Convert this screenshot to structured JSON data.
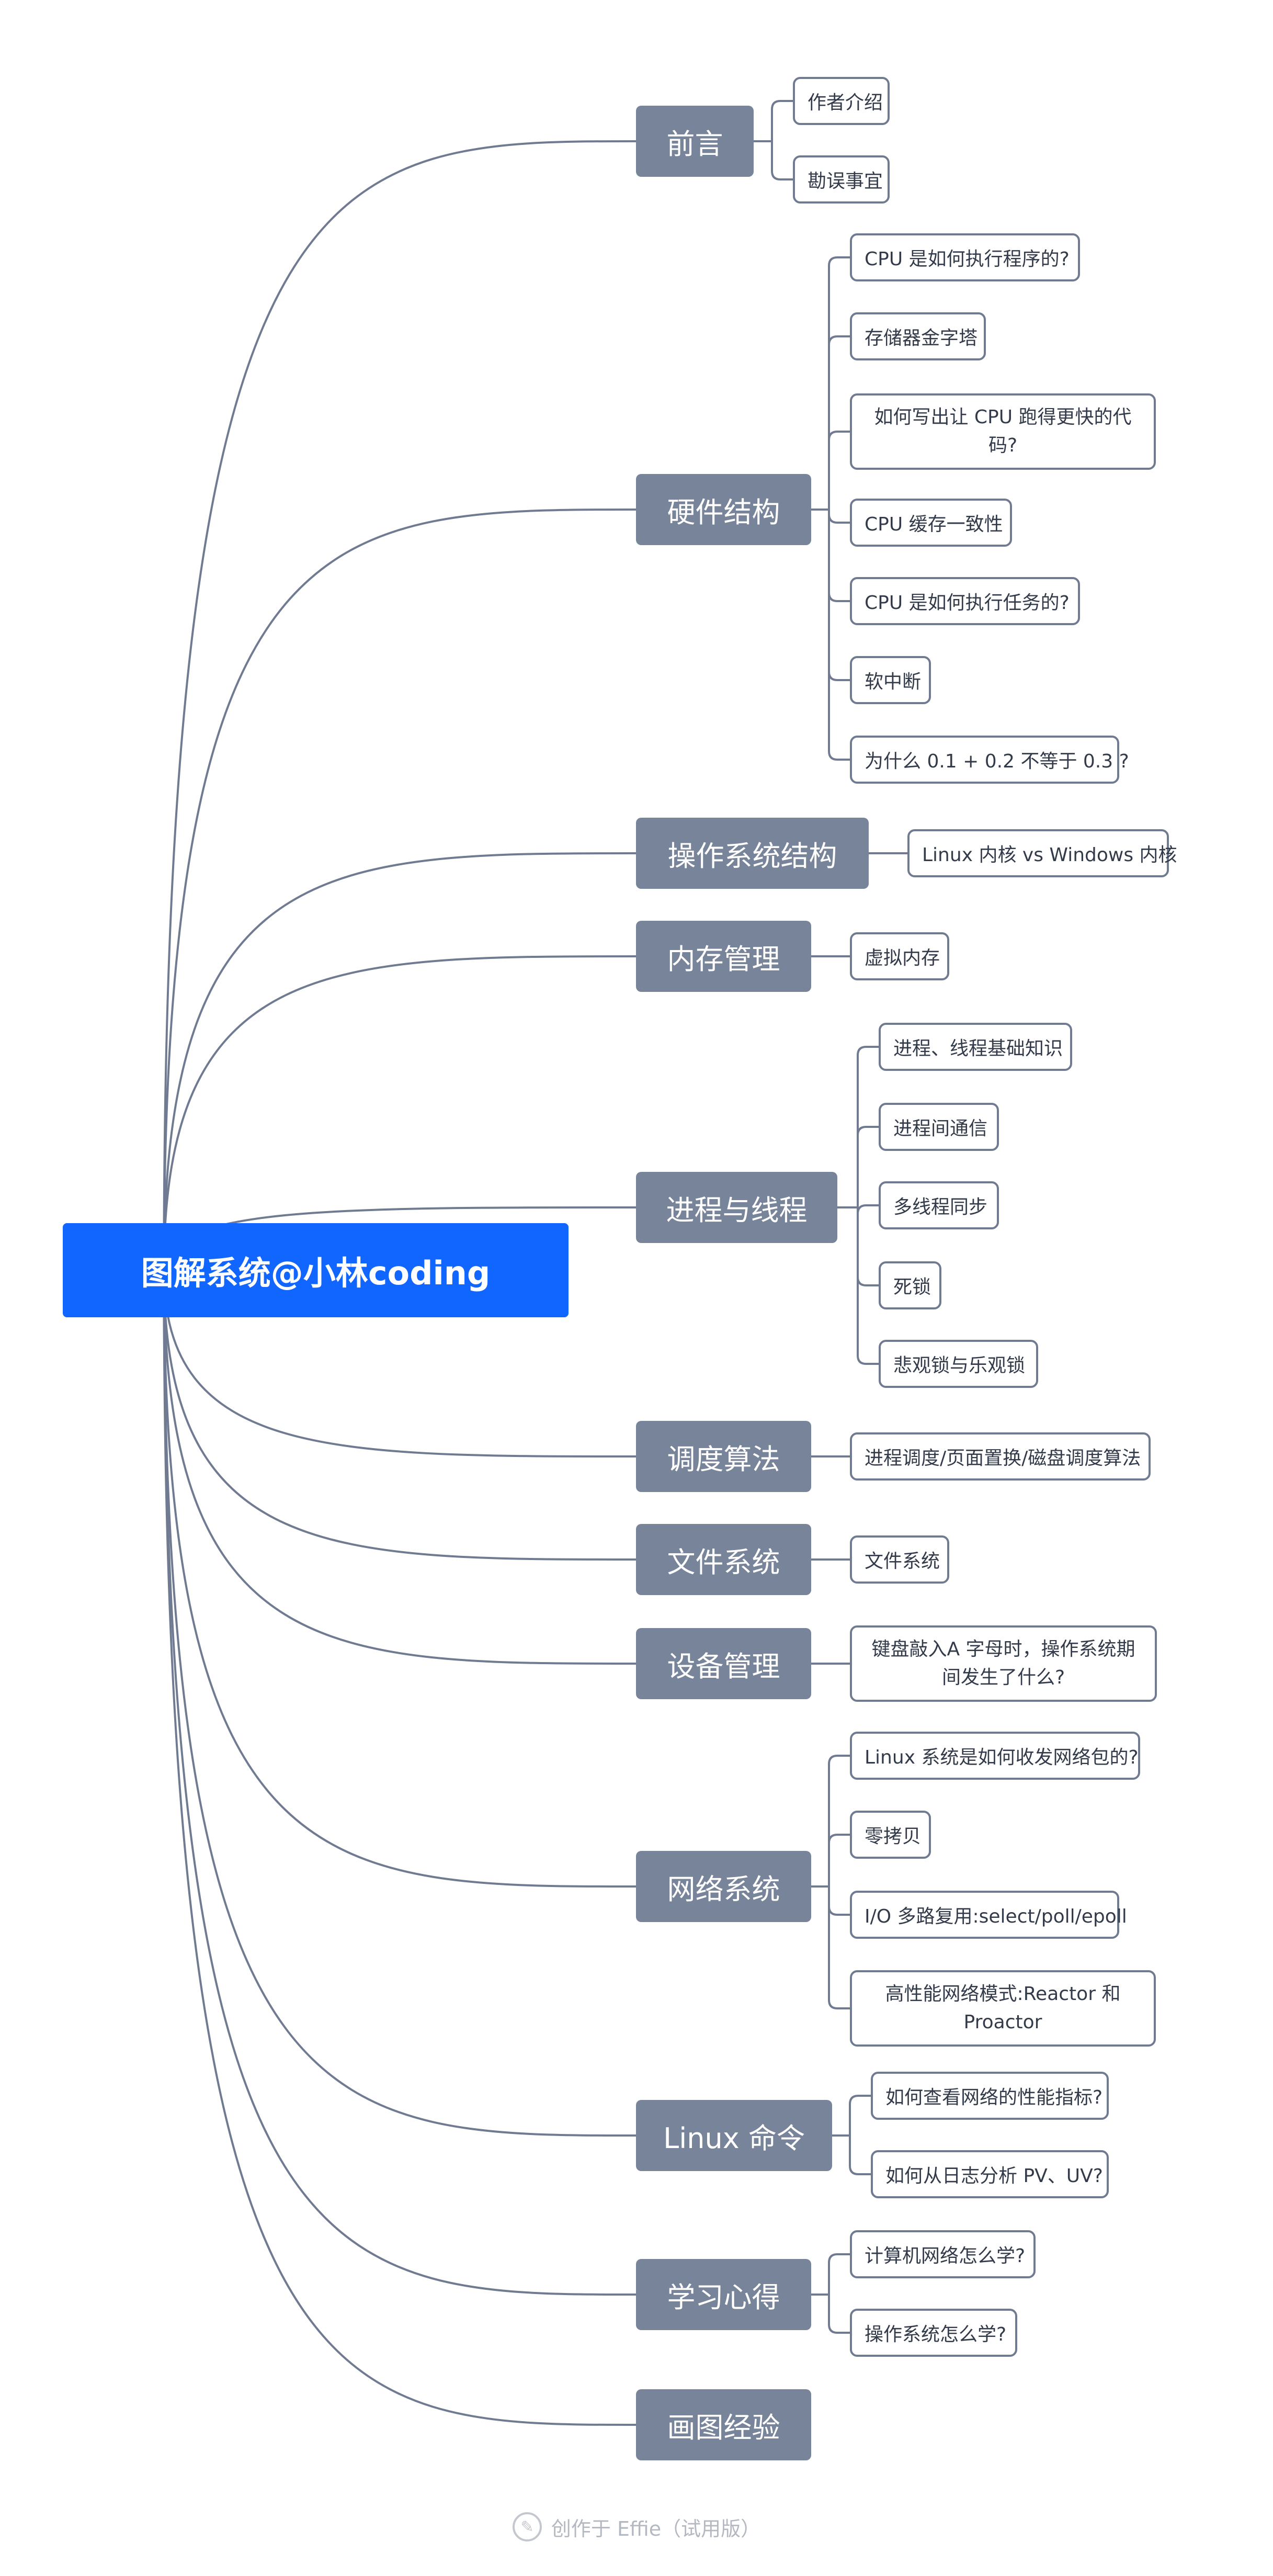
{
  "root": {
    "label": "图解系统@小林coding"
  },
  "branches": [
    {
      "label": "前言",
      "children": [
        "作者介绍",
        "勘误事宜"
      ]
    },
    {
      "label": "硬件结构",
      "children": [
        "CPU 是如何执行程序的?",
        "存储器金字塔",
        "如何写出让 CPU 跑得更快的代码?",
        "CPU 缓存一致性",
        "CPU 是如何执行任务的?",
        "软中断",
        "为什么 0.1 + 0.2 不等于 0.3 ?"
      ]
    },
    {
      "label": "操作系统结构",
      "children": [
        "Linux 内核 vs Windows 内核"
      ]
    },
    {
      "label": "内存管理",
      "children": [
        "虚拟内存"
      ]
    },
    {
      "label": "进程与线程",
      "children": [
        "进程、线程基础知识",
        "进程间通信",
        "多线程同步",
        "死锁",
        "悲观锁与乐观锁"
      ]
    },
    {
      "label": "调度算法",
      "children": [
        "进程调度/页面置换/磁盘调度算法"
      ]
    },
    {
      "label": "文件系统",
      "children": [
        "文件系统"
      ]
    },
    {
      "label": "设备管理",
      "children": [
        "键盘敲入A 字母时，操作系统期间发生了什么?"
      ]
    },
    {
      "label": "网络系统",
      "children": [
        "Linux 系统是如何收发网络包的?",
        "零拷贝",
        "I/O 多路复用:select/poll/epoll",
        "高性能网络模式:Reactor 和 Proactor"
      ]
    },
    {
      "label": "Linux 命令",
      "children": [
        "如何查看网络的性能指标?",
        "如何从日志分析 PV、UV?"
      ]
    },
    {
      "label": "学习心得",
      "children": [
        "计算机网络怎么学?",
        "操作系统怎么学?"
      ]
    },
    {
      "label": "画图经验",
      "children": []
    }
  ],
  "footer": {
    "text": "创作于 Effie（试用版）"
  },
  "colors": {
    "root": "#1166ff",
    "branch": "#78849a",
    "connector": "#707b92",
    "leaf_border": "#707b92"
  }
}
